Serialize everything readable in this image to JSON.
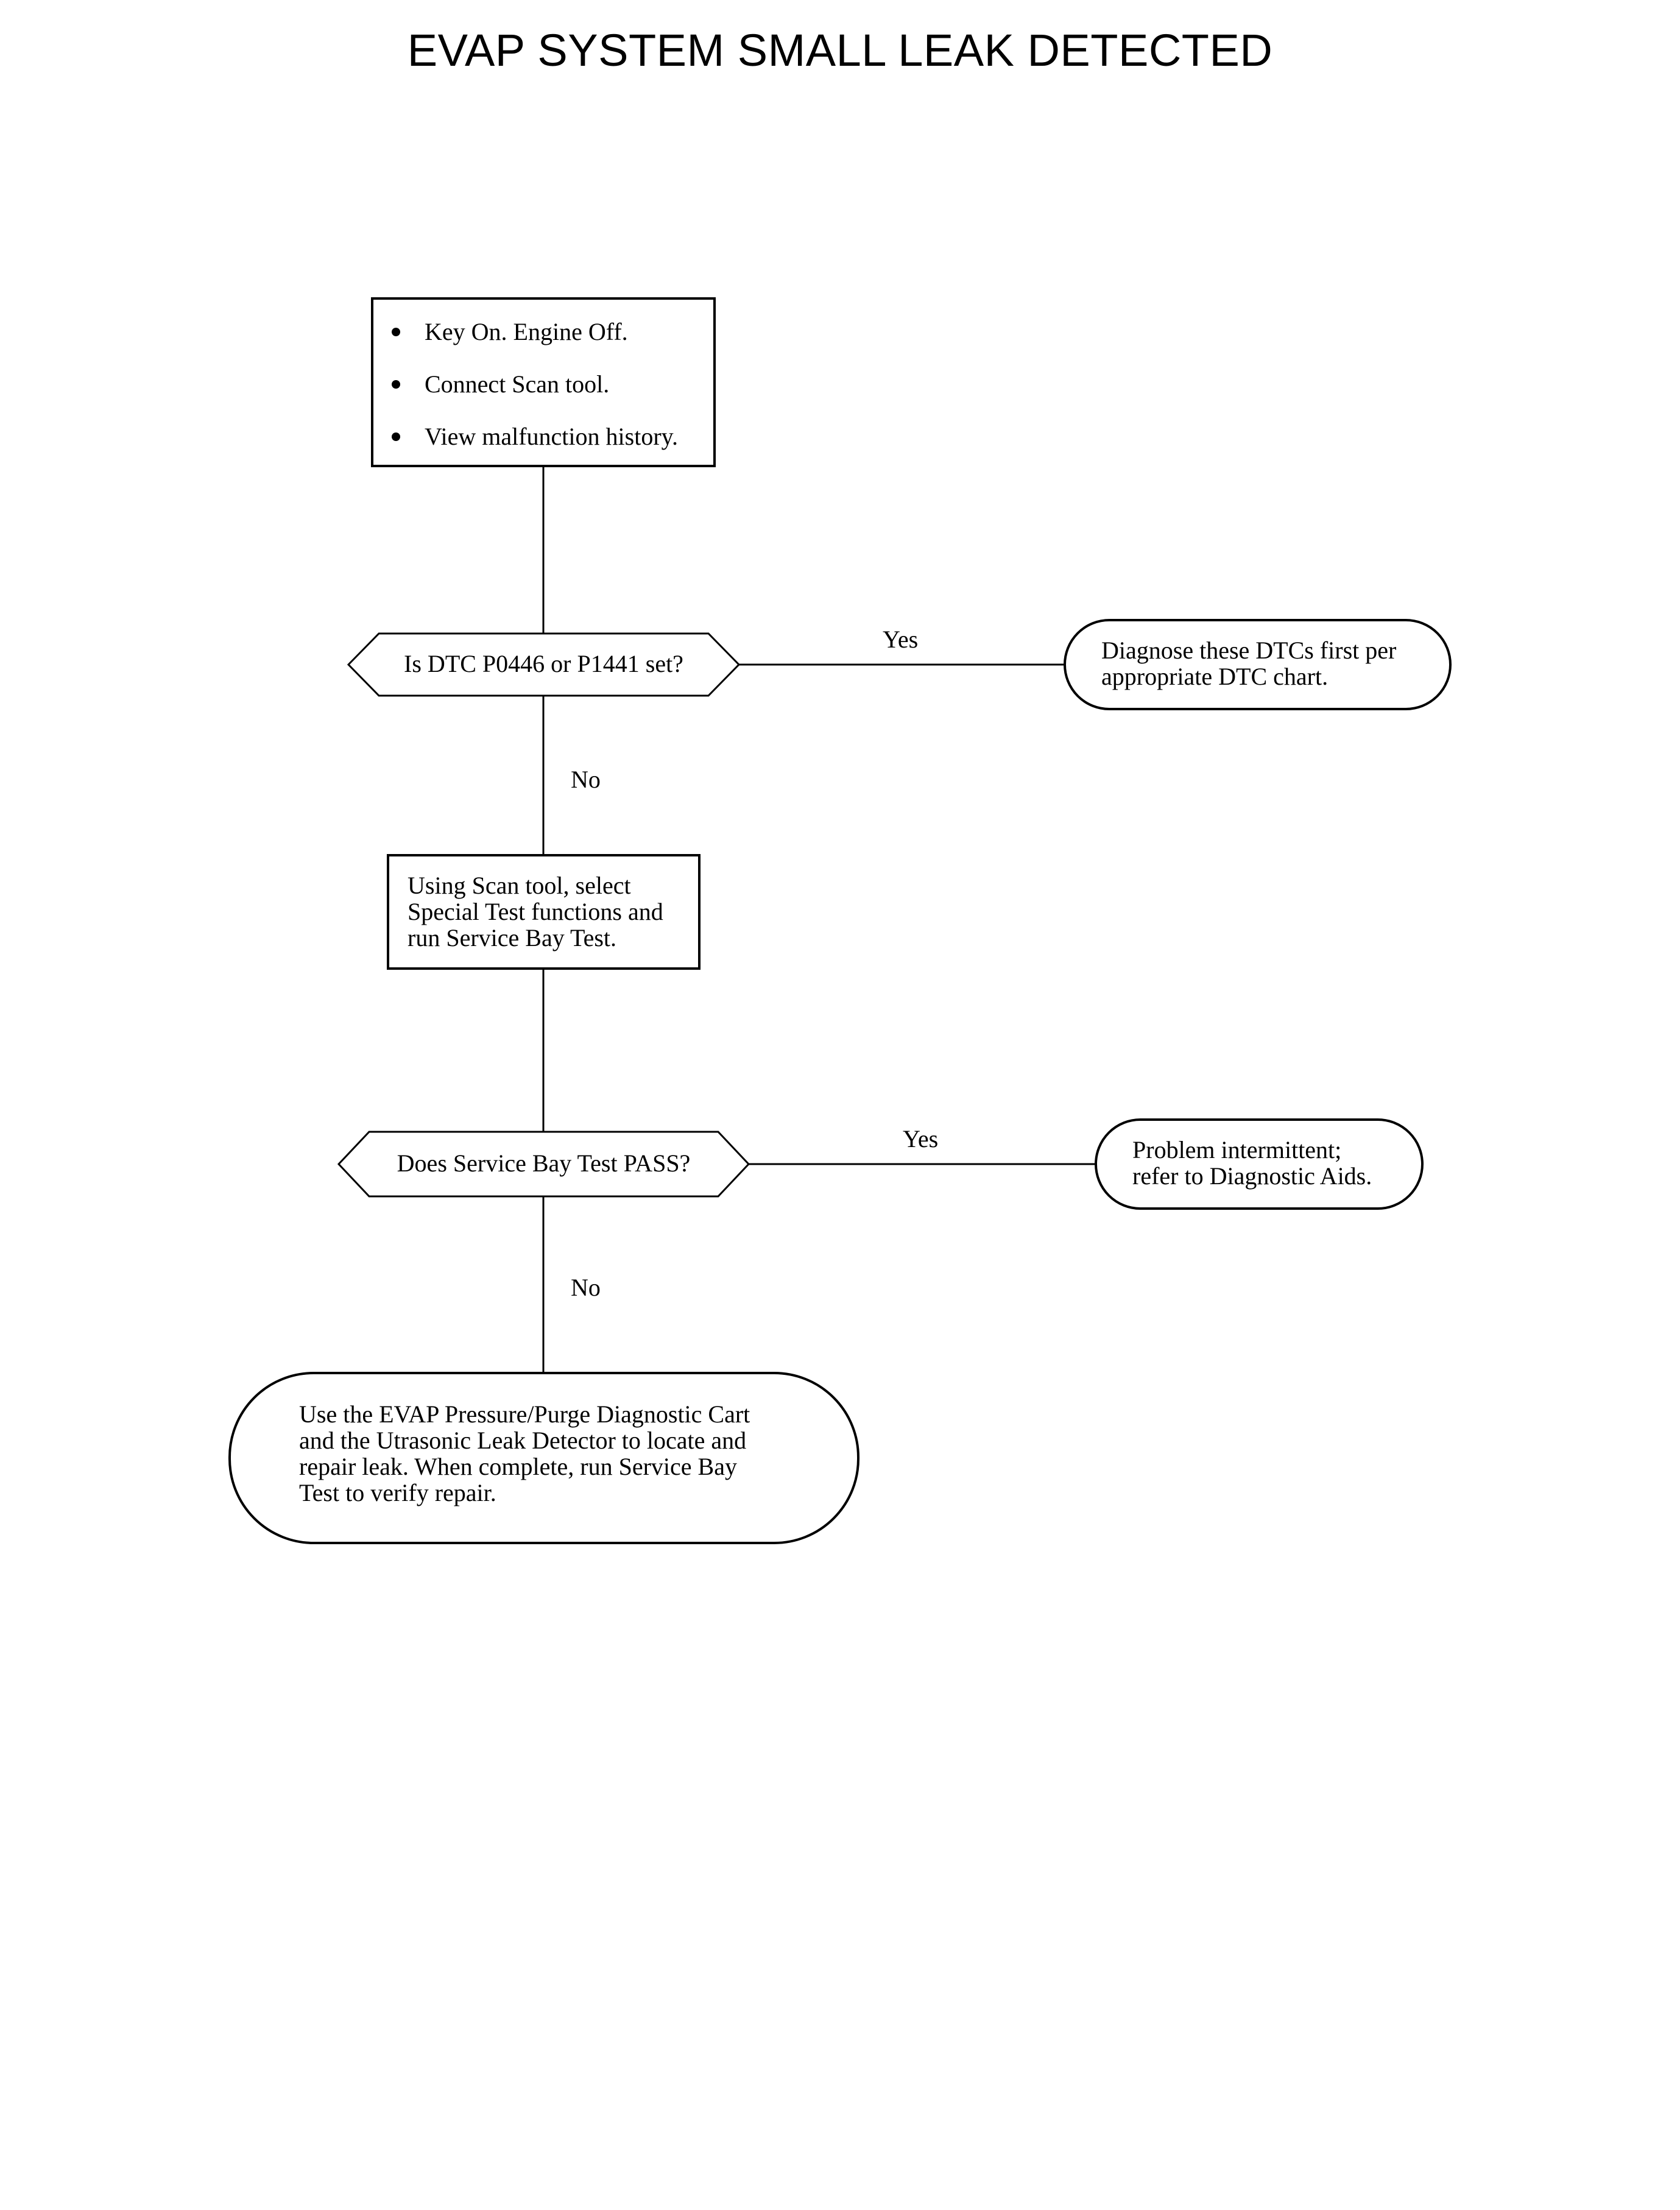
{
  "title": "EVAP SYSTEM SMALL LEAK DETECTED",
  "start_box": {
    "items": [
      "Key On. Engine Off.",
      "Connect Scan tool.",
      "View malfunction history."
    ]
  },
  "decision1": {
    "question": "Is DTC P0446 or P1441 set?",
    "yes_label": "Yes",
    "no_label": "No",
    "yes_result": "Diagnose these DTCs first per\nappropriate DTC chart."
  },
  "step2": {
    "text": "Using Scan tool, select\nSpecial Test functions and\nrun Service Bay Test."
  },
  "decision2": {
    "question": "Does Service Bay Test PASS?",
    "yes_label": "Yes",
    "no_label": "No",
    "yes_result": "Problem intermittent;\nrefer to Diagnostic Aids."
  },
  "final_box": {
    "text": "Use the EVAP Pressure/Purge Diagnostic Cart\nand the Utrasonic Leak Detector to locate and\nrepair leak. When complete, run Service Bay\nTest to verify repair."
  }
}
